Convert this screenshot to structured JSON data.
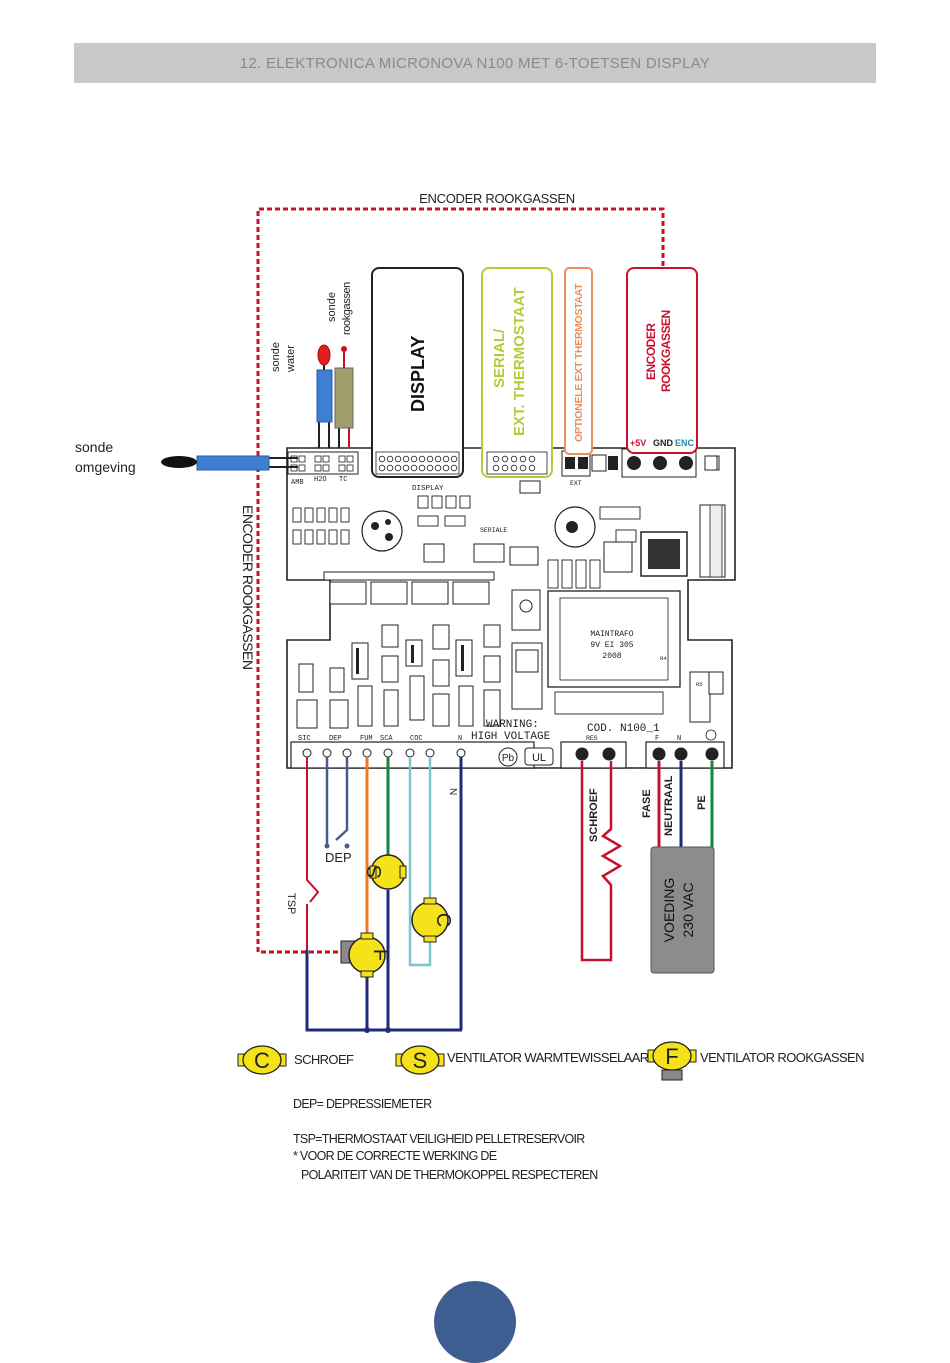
{
  "header": {
    "title": "12. ELEKTRONICA MICRONOVA N100 MET 6-TOETSEN DISPLAY"
  },
  "diagram": {
    "encoder_top": "ENCODER ROOKGASSEN",
    "encoder_side": "ENCODER ROOKGASSEN",
    "sonde_water": [
      "sonde",
      "water"
    ],
    "sonde_rookgassen": [
      "sonde",
      "rookgassen"
    ],
    "sonde_omgeving": [
      "sonde",
      "omgeving"
    ],
    "display_module": "DISPLAY",
    "serial_module": [
      "SERIAL/",
      "EXT. THERMOSTAAT"
    ],
    "thermostat_module": "OPTIONELE EXT THERMOSTAAT",
    "encoder_module": [
      "ENCODER",
      "ROOKGASSEN"
    ],
    "encoder_pins": {
      "p1": "+5V",
      "p2": "GND",
      "p3": "ENC"
    },
    "board_top_labels": {
      "amb": "AMB",
      "h2o": "H2O",
      "tc": "TC",
      "display": "DISPLAY",
      "serial": "SERIALE",
      "ext": "EXT",
      "r4": "R4",
      "r5": "R5"
    },
    "transformer": [
      "MAINTRAFO",
      "9V EI 305",
      "2008"
    ],
    "warning": [
      "WARNING:",
      "HIGH  VOLTAGE"
    ],
    "board_code": "COD. N100_1",
    "terminals": [
      "SIC",
      "DEP",
      "FUM",
      "SCA",
      "COC",
      "N",
      "RES",
      "F",
      "N"
    ],
    "pb": "Pb",
    "ul": "UL",
    "schroef_wire": "SCHROEF",
    "fase_wire": "FASE",
    "neutraal_wire": "NEUTRAAL",
    "pe_wire": "PE",
    "n_label": "N",
    "dep_label": "DEP",
    "tsp_label": "TSP",
    "motor_letters": {
      "s": "S",
      "c": "C",
      "f": "F"
    },
    "voeding": [
      "VOEDING",
      "230 VAC"
    ],
    "legend": [
      {
        "symbol": "C",
        "label": "SCHROEF"
      },
      {
        "symbol": "S",
        "label": "VENTILATOR WARMTEWISSELAAR"
      },
      {
        "symbol": "F",
        "label": "VENTILATOR ROOKGASSEN"
      }
    ],
    "notes": {
      "dep": "DEP= DEPRESSIEMETER",
      "tsp": "TSP=THERMOSTAAT VEILIGHEID PELLETRESERVOIR",
      "correct1": "* VOOR DE CORRECTE WERKING DE",
      "correct2": "POLARITEIT VAN DE THERMOKOPPEL RESPECTEREN"
    }
  },
  "colors": {
    "header_bg": "#c8c8c8",
    "encoder_wire": "#c8102e",
    "serial": "#b5cc3a",
    "thermostat": "#ee8e5d",
    "page_badge": "#3e5e92",
    "motor_yellow": "#f5e21a"
  }
}
